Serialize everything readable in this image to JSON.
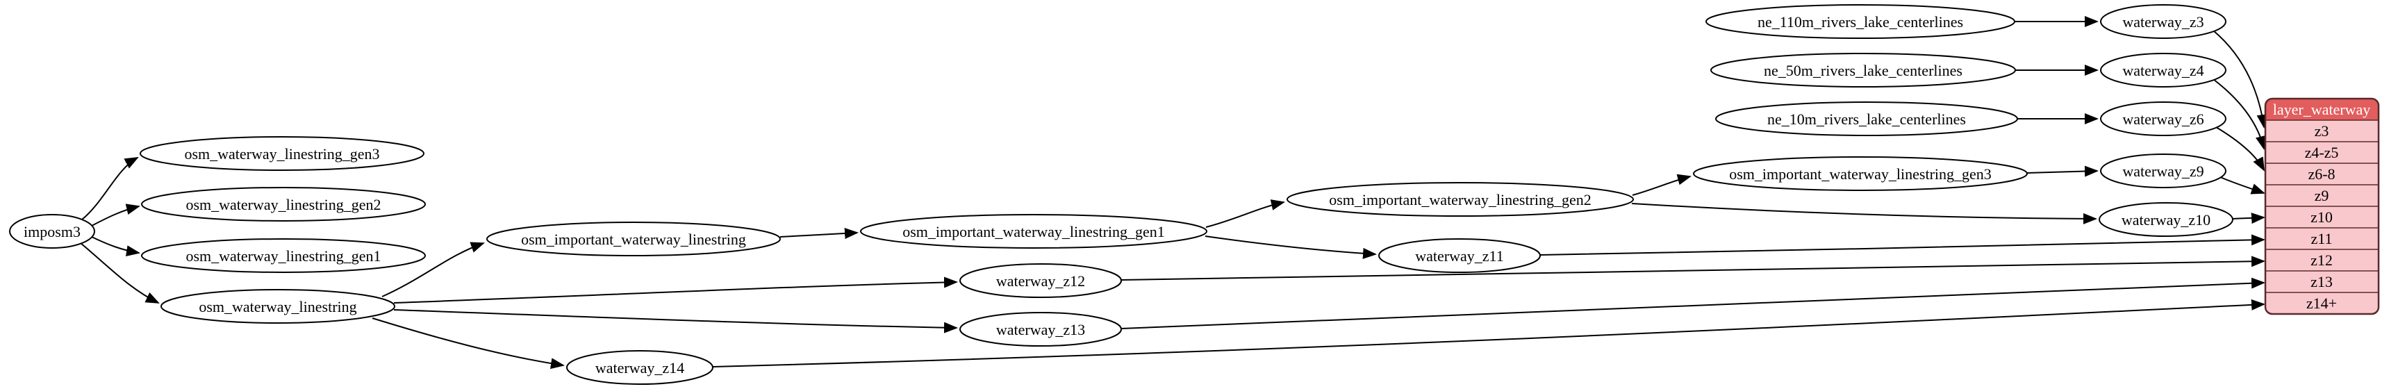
{
  "colors": {
    "table_header_fill": "#e25d5d",
    "table_header_text": "#ffffff",
    "table_row_fill": "#f9c8cd",
    "node_fill": "#ffffff",
    "edge_color": "#000000"
  },
  "nodes": {
    "imposm3": {
      "label": "imposm3"
    },
    "osm_waterway_linestring_gen3": {
      "label": "osm_waterway_linestring_gen3"
    },
    "osm_waterway_linestring_gen2": {
      "label": "osm_waterway_linestring_gen2"
    },
    "osm_waterway_linestring_gen1": {
      "label": "osm_waterway_linestring_gen1"
    },
    "osm_waterway_linestring": {
      "label": "osm_waterway_linestring"
    },
    "osm_important_waterway_linestring": {
      "label": "osm_important_waterway_linestring"
    },
    "osm_important_waterway_linestring_gen1": {
      "label": "osm_important_waterway_linestring_gen1"
    },
    "osm_important_waterway_linestring_gen2": {
      "label": "osm_important_waterway_linestring_gen2"
    },
    "osm_important_waterway_linestring_gen3": {
      "label": "osm_important_waterway_linestring_gen3"
    },
    "ne_110m_rivers_lake_centerlines": {
      "label": "ne_110m_rivers_lake_centerlines"
    },
    "ne_50m_rivers_lake_centerlines": {
      "label": "ne_50m_rivers_lake_centerlines"
    },
    "ne_10m_rivers_lake_centerlines": {
      "label": "ne_10m_rivers_lake_centerlines"
    },
    "waterway_z3": {
      "label": "waterway_z3"
    },
    "waterway_z4": {
      "label": "waterway_z4"
    },
    "waterway_z6": {
      "label": "waterway_z6"
    },
    "waterway_z9": {
      "label": "waterway_z9"
    },
    "waterway_z10": {
      "label": "waterway_z10"
    },
    "waterway_z11": {
      "label": "waterway_z11"
    },
    "waterway_z12": {
      "label": "waterway_z12"
    },
    "waterway_z13": {
      "label": "waterway_z13"
    },
    "waterway_z14": {
      "label": "waterway_z14"
    }
  },
  "table": {
    "title": "layer_waterway",
    "rows": [
      "z3",
      "z4-z5",
      "z6-8",
      "z9",
      "z10",
      "z11",
      "z12",
      "z13",
      "z14+"
    ]
  }
}
